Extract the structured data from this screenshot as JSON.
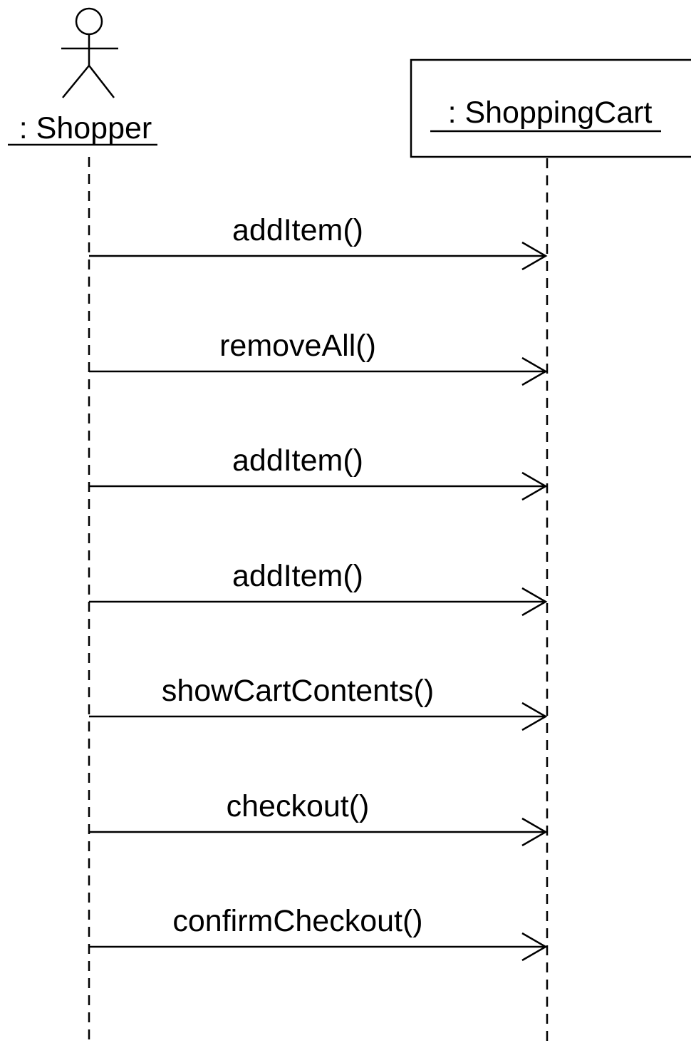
{
  "actors": {
    "shopper": {
      "label": ": Shopper"
    },
    "cart": {
      "label": ": ShoppingCart"
    }
  },
  "messages": [
    {
      "label": "addItem()"
    },
    {
      "label": "removeAll()"
    },
    {
      "label": "addItem()"
    },
    {
      "label": "addItem()"
    },
    {
      "label": "showCartContents()"
    },
    {
      "label": "checkout()"
    },
    {
      "label": "confirmCheckout()"
    }
  ],
  "colors": {
    "stroke": "#000000",
    "background": "#ffffff"
  }
}
